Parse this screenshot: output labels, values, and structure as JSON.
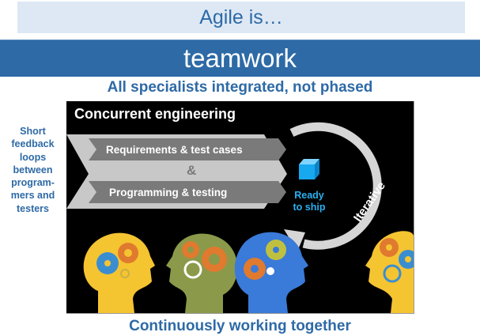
{
  "header": {
    "prefix": "Agile is…",
    "title": "teamwork"
  },
  "subtitle": "All specialists integrated, not phased",
  "side_note": "Short feedback loops between program-mers and testers",
  "panel": {
    "title": "Concurrent engineering",
    "tracks": [
      {
        "label": "Requirements & test cases"
      },
      {
        "label": "Programming & testing"
      }
    ],
    "connector": "&",
    "deliverable": {
      "label_line1": "Ready",
      "label_line2": "to ship",
      "icon": "cube-icon",
      "color": "#2ab0f0"
    },
    "cycle_label": "Iterative",
    "heads": [
      {
        "color": "#f5c431",
        "gears": [
          "#e07a2e",
          "#3a8ed0",
          "#f0a030"
        ]
      },
      {
        "color": "#8a9a4a",
        "gears": [
          "#e07a2e",
          "#ffffff",
          "#e07a2e"
        ]
      },
      {
        "color": "#3a7ad8",
        "gears": [
          "#e07a2e",
          "#c0c040",
          "#ffffff"
        ]
      },
      {
        "color": "#f5c431",
        "gears": [
          "#e07a2e",
          "#3a8ed0",
          "#3a8ed0"
        ]
      }
    ]
  },
  "footer": "Continuously working together",
  "colors": {
    "brand_blue": "#2d6aa6",
    "light_band": "#dde8f4",
    "panel_bg": "#000000"
  }
}
